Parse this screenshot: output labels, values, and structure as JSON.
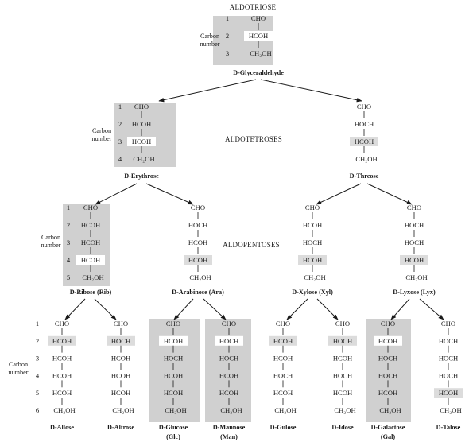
{
  "headings": {
    "aldotriose": "ALDOTRIOSE",
    "aldotetroses": "ALDOTETROSES",
    "aldopentoses": "ALDOPENTOSES"
  },
  "carbon_label": [
    "Carbon",
    "number"
  ],
  "groups": {
    "cho": "CHO",
    "hcoh": "HCOH",
    "hoch": "HOCH",
    "ch2oh": "CH₂OH"
  },
  "trees": [
    {
      "name": "D-Glyceraldehyde",
      "chain": [
        "cho",
        "hcoh",
        "ch2oh"
      ],
      "numbered": true,
      "shaded": true,
      "hl": 1
    },
    {
      "name": "D-Erythrose",
      "chain": [
        "cho",
        "hcoh",
        "hcoh",
        "ch2oh"
      ],
      "numbered": true,
      "shaded": true,
      "hl": 2
    },
    {
      "name": "D-Threose",
      "chain": [
        "cho",
        "hoch",
        "hcoh",
        "ch2oh"
      ],
      "numbered": false,
      "shaded": false,
      "hl": 2
    },
    {
      "name": "D-Ribose (Rib)",
      "chain": [
        "cho",
        "hcoh",
        "hcoh",
        "hcoh",
        "ch2oh"
      ],
      "numbered": true,
      "shaded": true,
      "hl": 3
    },
    {
      "name": "D-Arabinose (Ara)",
      "chain": [
        "cho",
        "hoch",
        "hcoh",
        "hcoh",
        "ch2oh"
      ],
      "numbered": false,
      "shaded": false,
      "hl": 3
    },
    {
      "name": "D-Xylose (Xyl)",
      "chain": [
        "cho",
        "hcoh",
        "hoch",
        "hcoh",
        "ch2oh"
      ],
      "numbered": false,
      "shaded": false,
      "hl": 3
    },
    {
      "name": "D-Lyxose (Lyx)",
      "chain": [
        "cho",
        "hoch",
        "hoch",
        "hcoh",
        "ch2oh"
      ],
      "numbered": false,
      "shaded": false,
      "hl": 3
    },
    {
      "name": "D-Allose",
      "chain": [
        "cho",
        "hcoh",
        "hcoh",
        "hcoh",
        "hcoh",
        "ch2oh"
      ],
      "numbered": false,
      "shaded": false,
      "hl": 1
    },
    {
      "name": "D-Altrose",
      "chain": [
        "cho",
        "hoch",
        "hcoh",
        "hcoh",
        "hcoh",
        "ch2oh"
      ],
      "numbered": false,
      "shaded": false,
      "hl": 1
    },
    {
      "name": "D-Glucose",
      "name2": "(Glc)",
      "chain": [
        "cho",
        "hcoh",
        "hoch",
        "hcoh",
        "hcoh",
        "ch2oh"
      ],
      "numbered": false,
      "shaded": true,
      "hl": 1
    },
    {
      "name": "D-Mannose",
      "name2": "(Man)",
      "chain": [
        "cho",
        "hoch",
        "hoch",
        "hcoh",
        "hcoh",
        "ch2oh"
      ],
      "numbered": false,
      "shaded": true,
      "hl": 1
    },
    {
      "name": "D-Gulose",
      "chain": [
        "cho",
        "hcoh",
        "hcoh",
        "hoch",
        "hcoh",
        "ch2oh"
      ],
      "numbered": false,
      "shaded": false,
      "hl": 1
    },
    {
      "name": "D-Idose",
      "chain": [
        "cho",
        "hoch",
        "hcoh",
        "hoch",
        "hcoh",
        "ch2oh"
      ],
      "numbered": false,
      "shaded": false,
      "hl": 1
    },
    {
      "name": "D-Galactose",
      "name2": "(Gal)",
      "chain": [
        "cho",
        "hcoh",
        "hoch",
        "hoch",
        "hcoh",
        "ch2oh"
      ],
      "numbered": false,
      "shaded": true,
      "hl": 1
    },
    {
      "name": "D-Talose",
      "chain": [
        "cho",
        "hoch",
        "hoch",
        "hoch",
        "hcoh",
        "ch2oh"
      ],
      "numbered": false,
      "shaded": false,
      "hl": 4
    }
  ],
  "hexose_numbers": [
    "1",
    "2",
    "3",
    "4",
    "5",
    "6"
  ]
}
